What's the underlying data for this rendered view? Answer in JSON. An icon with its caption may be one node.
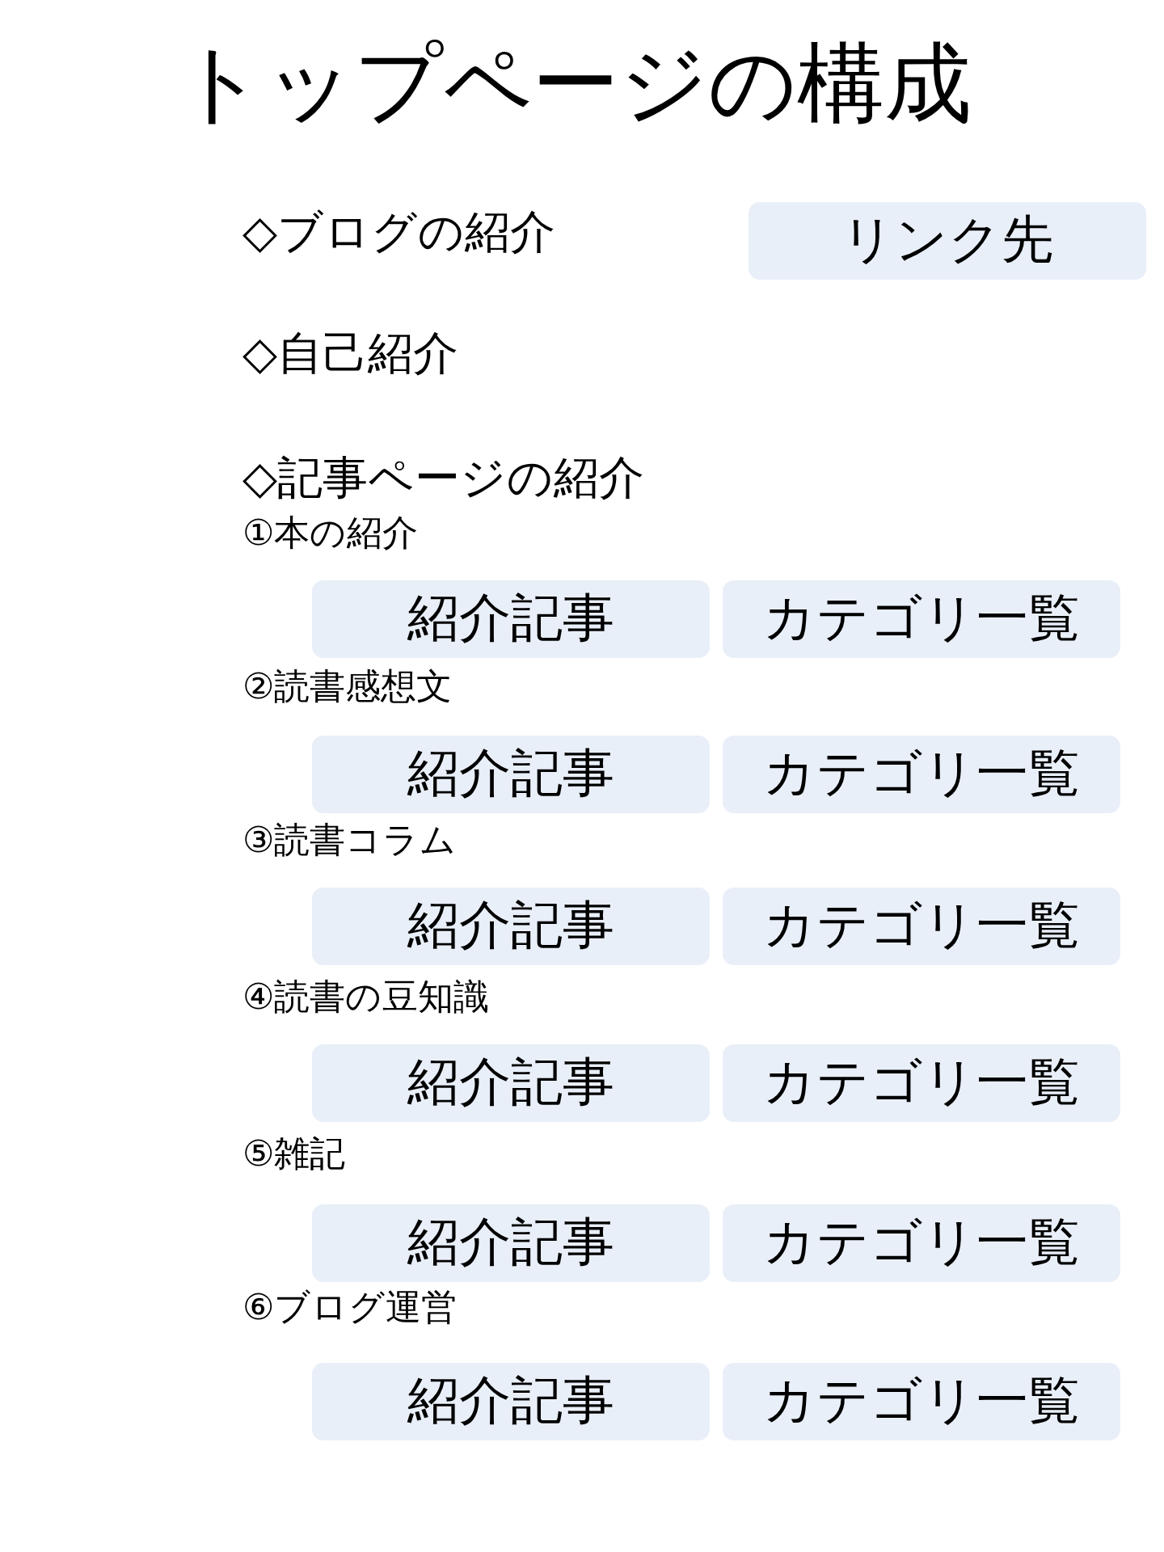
{
  "diagram": {
    "title": "トップページの構成",
    "nodes": [
      {
        "text": [
          "リンク先"
        ]
      },
      {
        "text": [
          "紹介記事"
        ]
      },
      {
        "text": [
          "カテゴリ一覧"
        ]
      },
      {
        "text": [
          "紹介記事"
        ]
      },
      {
        "text": [
          "カテゴリ一覧"
        ]
      },
      {
        "text": [
          "紹介記事"
        ]
      },
      {
        "text": [
          "カテゴリ一覧"
        ]
      },
      {
        "text": [
          "紹介記事"
        ]
      },
      {
        "text": [
          "カテゴリ一覧"
        ]
      },
      {
        "text": [
          "紹介記事"
        ]
      },
      {
        "text": [
          "カテゴリ一覧"
        ]
      },
      {
        "text": [
          "紹介記事"
        ]
      },
      {
        "text": [
          "カテゴリ一覧"
        ]
      }
    ],
    "labels": [
      "◇ブログの紹介",
      "◇自己紹介",
      "◇記事ページの紹介",
      "①本の紹介",
      "②読書感想文",
      "③読書コラム",
      "④読書の豆知識",
      "⑤雑記",
      "⑥ブログ運営"
    ]
  }
}
